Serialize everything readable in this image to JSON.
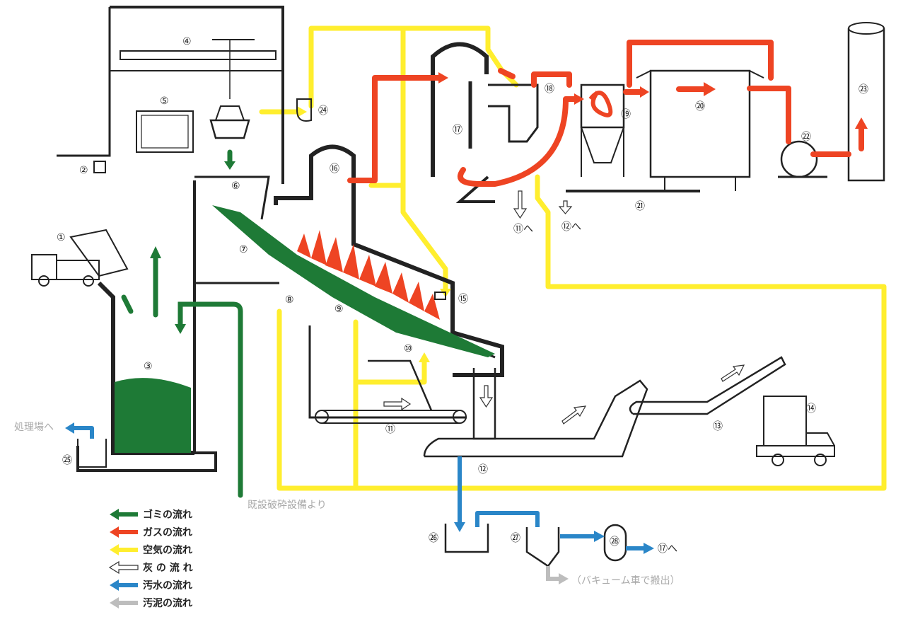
{
  "colors": {
    "garbage": "#1e7a36",
    "gas": "#ee4423",
    "air": "#ffee2e",
    "ash": "#ffffff",
    "wastewater": "#2a86c8",
    "sludge": "#bdbdbd",
    "structure": "#222222"
  },
  "component_numbers": {
    "n1": "①",
    "n2": "②",
    "n3": "③",
    "n4": "④",
    "n5": "⑤",
    "n6": "⑥",
    "n7": "⑦",
    "n8": "⑧",
    "n9": "⑨",
    "n10": "⑩",
    "n11": "⑪",
    "n12": "⑫",
    "n13": "⑬",
    "n14": "⑭",
    "n15": "⑮",
    "n16": "⑯",
    "n17": "⑰",
    "n18": "⑱",
    "n19": "⑲",
    "n20": "⑳",
    "n21": "㉑",
    "n22": "㉒",
    "n23": "㉓",
    "n24": "㉔",
    "n25": "㉕",
    "n26": "㉖",
    "n27": "㉗",
    "n28": "㉘"
  },
  "annotations": {
    "to_treatment_plant": "処理場へ",
    "from_crusher": "既設破砕設備より",
    "to_11": "⑪へ",
    "to_12": "⑫へ",
    "to_17": "⑰へ",
    "vacuum_truck": "（バキューム車で搬出）"
  },
  "legend": [
    {
      "label": "ゴミの流れ",
      "color": "#1e7a36",
      "icon": "arrow-left-green"
    },
    {
      "label": "ガスの流れ",
      "color": "#ee4423",
      "icon": "arrow-left-red"
    },
    {
      "label": "空気の流れ",
      "color": "#ffee2e",
      "icon": "arrow-left-yellow"
    },
    {
      "label": "灰 の 流 れ",
      "color": "#ffffff",
      "icon": "arrow-left-white"
    },
    {
      "label": "汚水の流れ",
      "color": "#2a86c8",
      "icon": "arrow-left-blue"
    },
    {
      "label": "汚泥の流れ",
      "color": "#bdbdbd",
      "icon": "arrow-left-gray"
    }
  ]
}
